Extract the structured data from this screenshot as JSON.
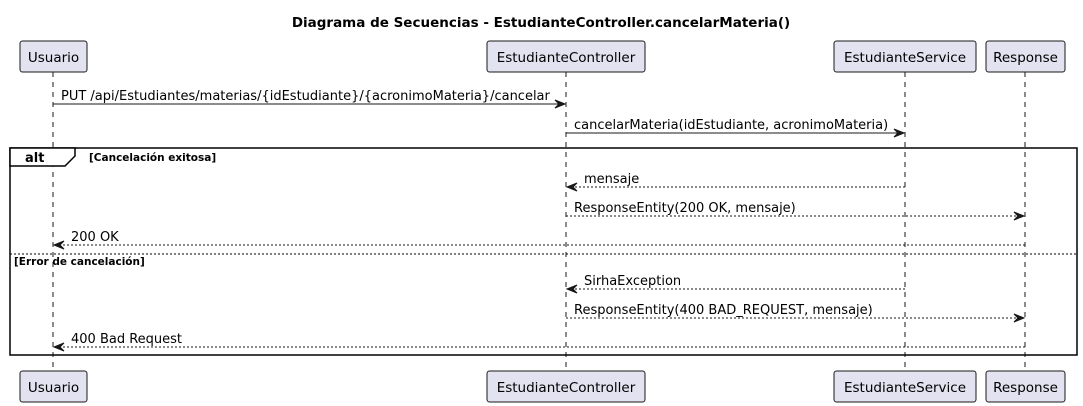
{
  "title": "Diagrama de Secuencias - EstudianteController.cancelarMateria()",
  "participants": [
    "Usuario",
    "EstudianteController",
    "EstudianteService",
    "Response"
  ],
  "fragment": {
    "keyword": "alt",
    "guard1": "[Cancelación exitosa]",
    "guard2": "[Error de cancelación]"
  },
  "messages": [
    {
      "from": 0,
      "to": 1,
      "label": "PUT /api/Estudiantes/materias/{idEstudiante}/{acronimoMateria}/cancelar",
      "style": "solid"
    },
    {
      "from": 1,
      "to": 2,
      "label": "cancelarMateria(idEstudiante, acronimoMateria)",
      "style": "solid"
    },
    {
      "from": 2,
      "to": 1,
      "label": "mensaje",
      "style": "dashed"
    },
    {
      "from": 1,
      "to": 3,
      "label": "ResponseEntity(200 OK, mensaje)",
      "style": "dashed"
    },
    {
      "from": 3,
      "to": 0,
      "label": "200 OK",
      "style": "dashed"
    },
    {
      "from": 2,
      "to": 1,
      "label": "SirhaException",
      "style": "dashed"
    },
    {
      "from": 1,
      "to": 3,
      "label": "ResponseEntity(400 BAD_REQUEST, mensaje)",
      "style": "dashed"
    },
    {
      "from": 3,
      "to": 0,
      "label": "400 Bad Request",
      "style": "dashed"
    }
  ]
}
